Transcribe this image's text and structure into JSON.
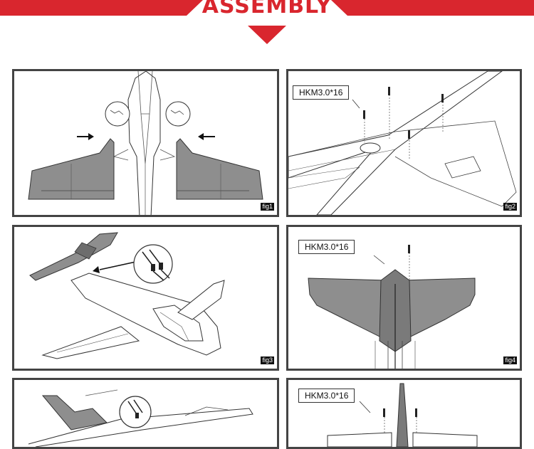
{
  "header": {
    "title": "ASSEMBLY",
    "accent_color": "#d9262e"
  },
  "figures": [
    {
      "tag": "fig1"
    },
    {
      "tag": "fig2",
      "callout": "HKM3.0*16"
    },
    {
      "tag": "fig3"
    },
    {
      "tag": "fig4",
      "callout": "HKM3.0*16"
    },
    {
      "callout": "HKM3.0*16"
    }
  ]
}
